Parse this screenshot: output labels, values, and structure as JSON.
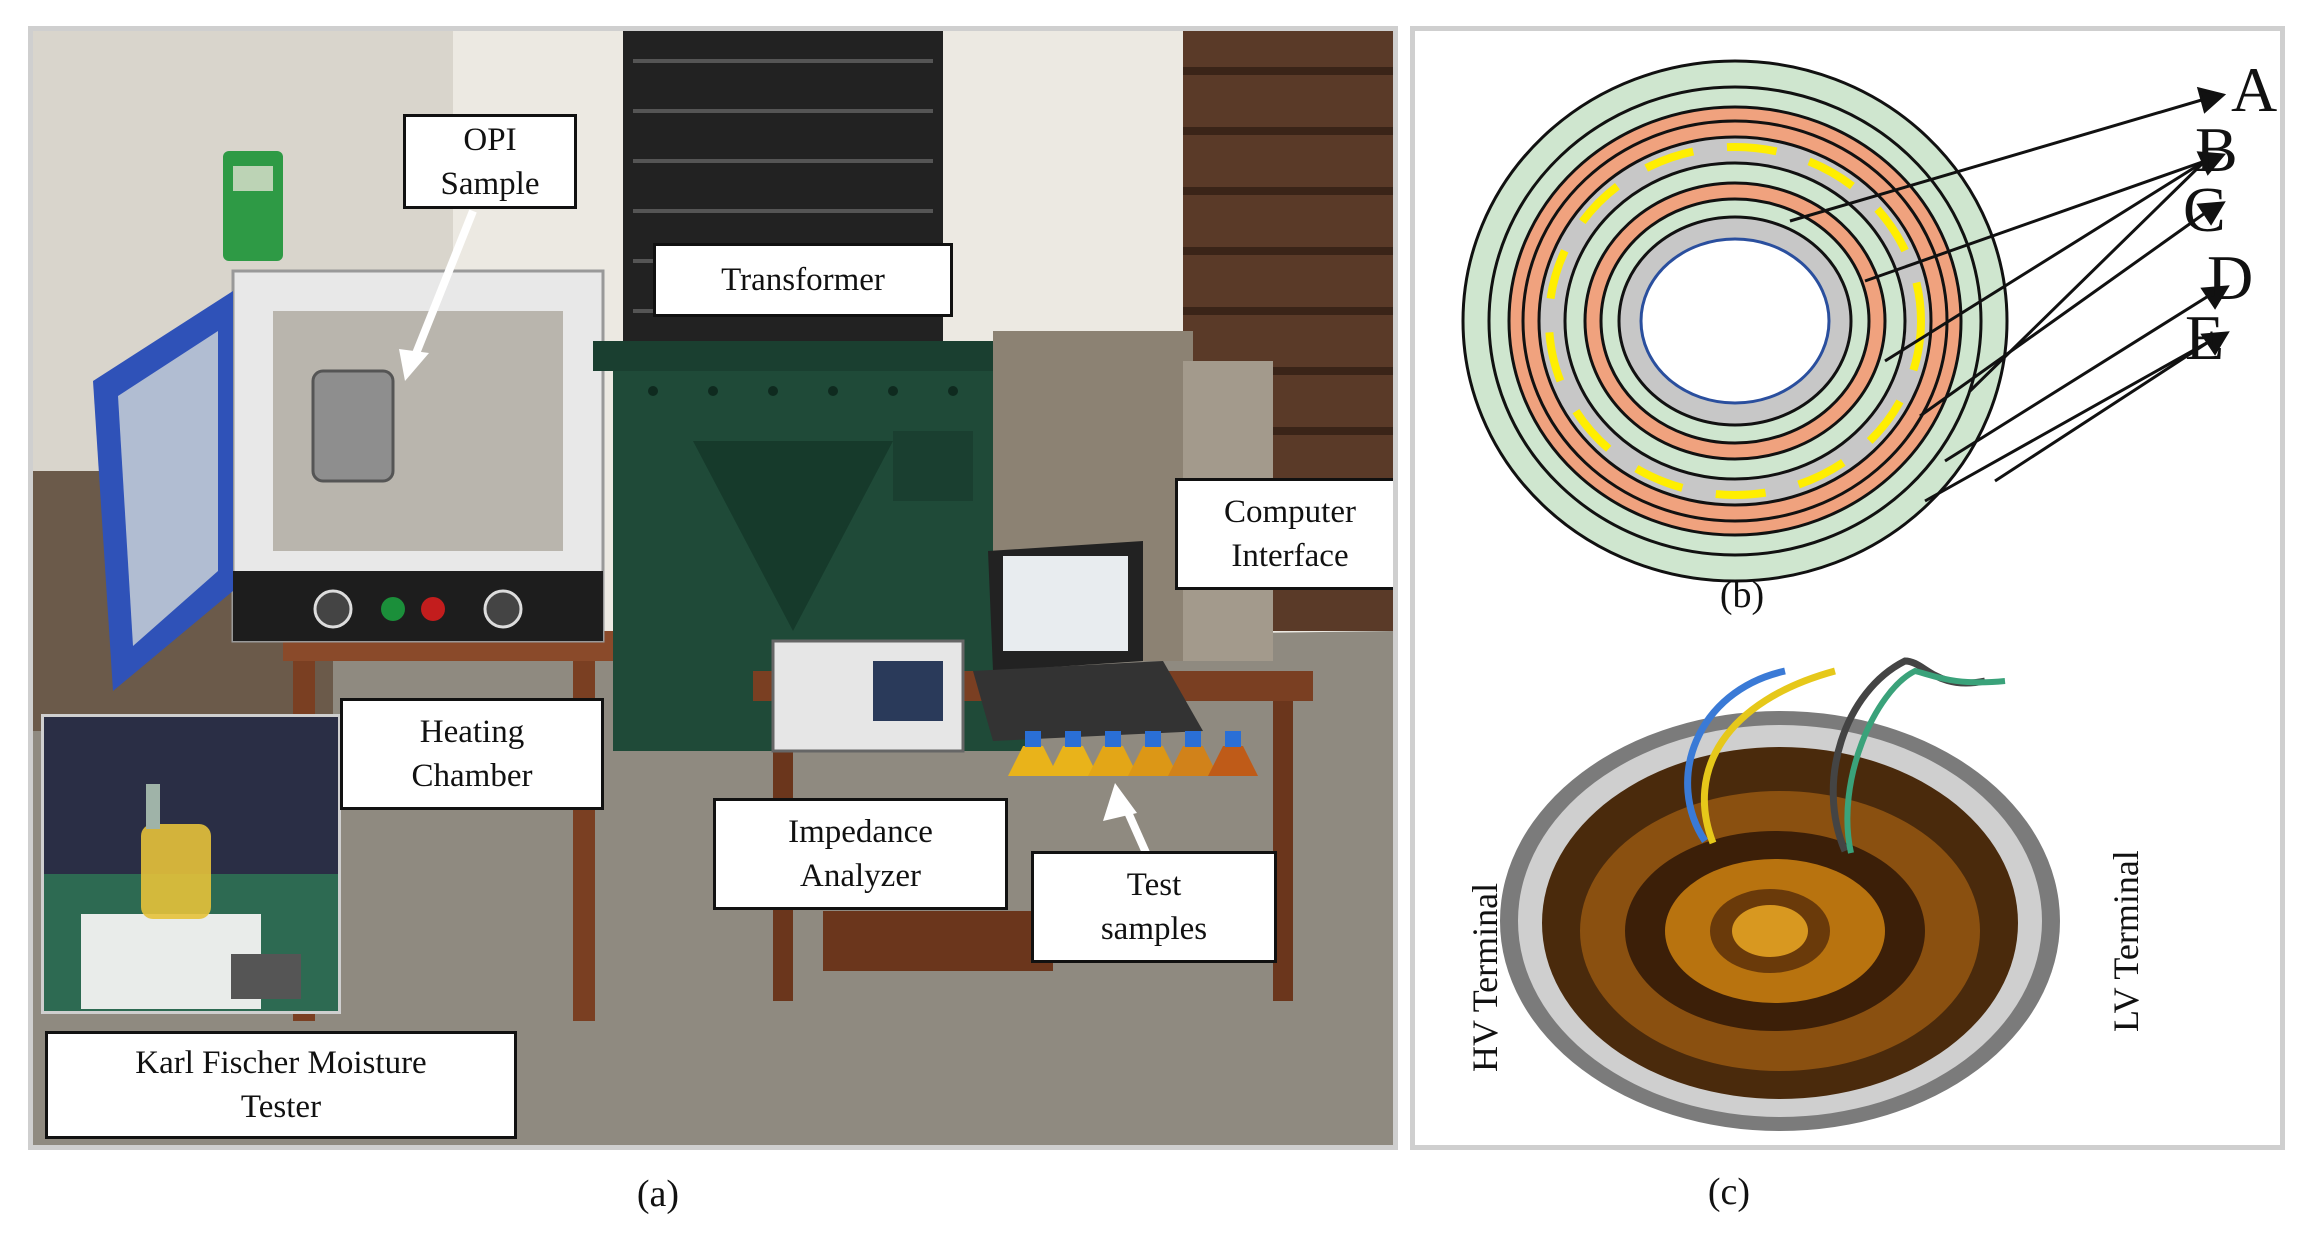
{
  "panel_a": {
    "caption": "(a)",
    "labels": {
      "opi_sample": "OPI\nSample",
      "transformer": "Transformer",
      "computer_interface": "Computer\nInterface",
      "heating_chamber": "Heating\nChamber",
      "impedance_analyzer": "Impedance\nAnalyzer",
      "test_samples": "Test\nsamples",
      "karl_fischer": "Karl Fischer Moisture\nTester"
    }
  },
  "panel_b": {
    "caption": "(b)",
    "layer_letters": [
      "A",
      "B",
      "C",
      "D",
      "E"
    ],
    "colors": {
      "insulation": "#cfe6cf",
      "copper": "#f0a27e",
      "gap": "#c7c7c7",
      "core_border": "#2a4f9e",
      "spacer": "#ffee00"
    }
  },
  "panel_c": {
    "caption": "(c)",
    "hv_label": "HV Terminal",
    "lv_label": "LV Terminal"
  }
}
